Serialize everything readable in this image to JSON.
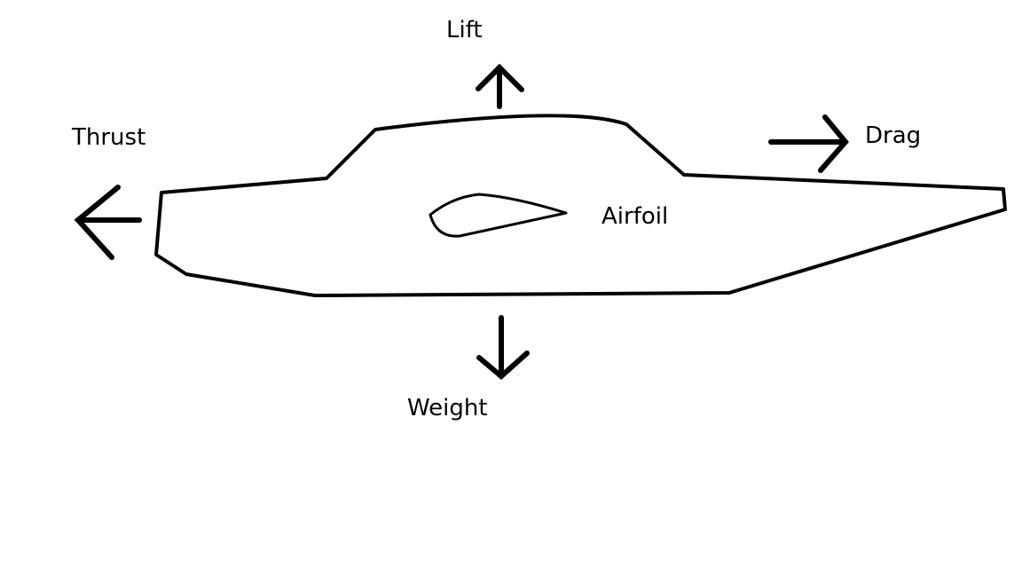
{
  "labels": {
    "lift": "Lift",
    "thrust": "Thrust",
    "drag": "Drag",
    "airfoil": "Airfoil",
    "weight": "Weight"
  },
  "colors": {
    "stroke": "#000000",
    "background": "#ffffff"
  }
}
